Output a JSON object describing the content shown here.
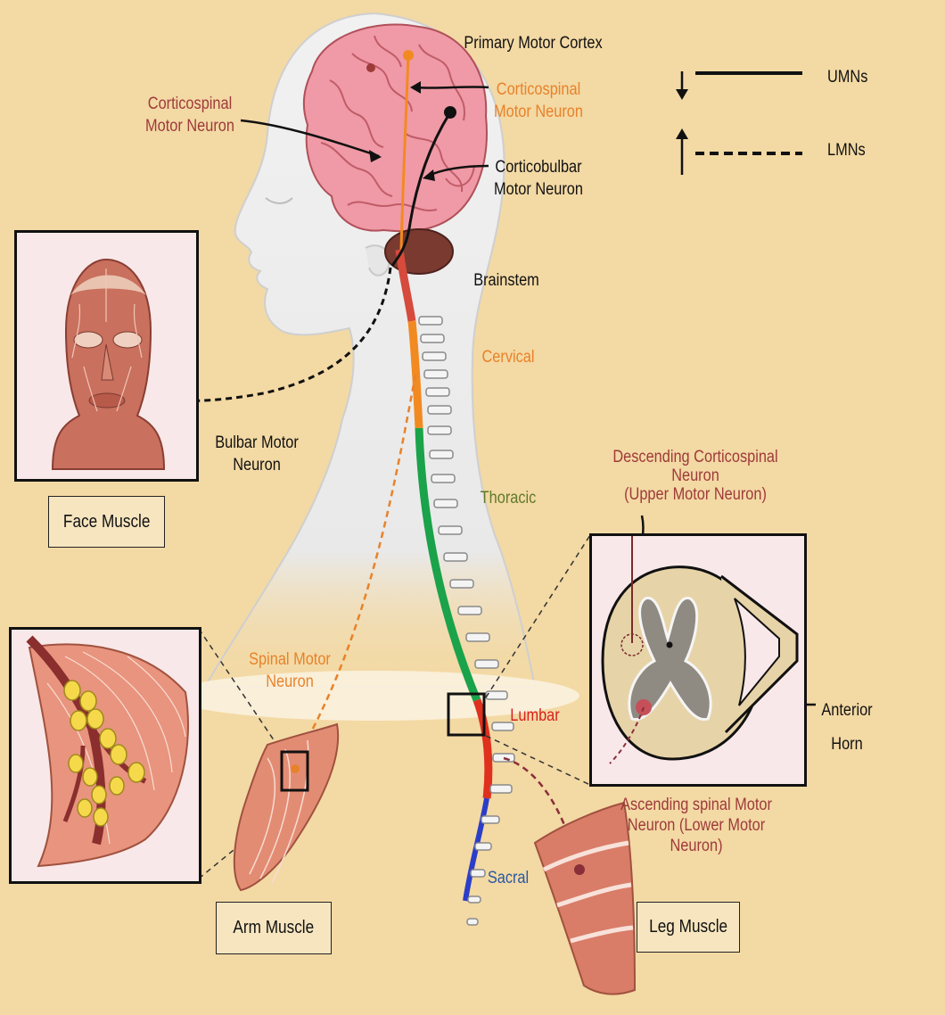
{
  "legend": {
    "solid_label": "UMNs",
    "dashed_label": "LMNs"
  },
  "labels": {
    "primary_motor_cortex": "Primary Motor Cortex",
    "corticospinal_left": [
      "Corticospinal",
      "Motor Neuron"
    ],
    "corticospinal_right": [
      "Corticospinal",
      "Motor Neuron"
    ],
    "corticobulbar": [
      "Corticobulbar",
      "Motor Neuron"
    ],
    "brainstem": "Brainstem",
    "cervical": "Cervical",
    "thoracic": "Thoracic",
    "lumbar": "Lumbar",
    "sacral": "Sacral",
    "bulbar_motor_neuron": [
      "Bulbar Motor",
      "Neuron"
    ],
    "spinal_motor_neuron": [
      "Spinal Motor",
      "Neuron"
    ],
    "descending": [
      "Descending Corticospinal",
      "Neuron",
      "(Upper Motor Neuron)"
    ],
    "ascending": [
      "Ascending spinal Motor",
      "Neuron (Lower Motor",
      "Neuron)"
    ],
    "anterior_horn": [
      "Anterior",
      "Horn"
    ]
  },
  "boxes": {
    "face": "Face Muscle",
    "arm": "Arm Muscle",
    "leg": "Leg Muscle"
  },
  "colors": {
    "background": "#f3d9a4",
    "label_red": "#9e3a3a",
    "label_orange": "#e8822a",
    "thoracic_green": "#1aa34a",
    "lumbar_red": "#e0301e",
    "sacral_blue": "#2b3ec8",
    "brain_pink": "#ef9aa6"
  }
}
